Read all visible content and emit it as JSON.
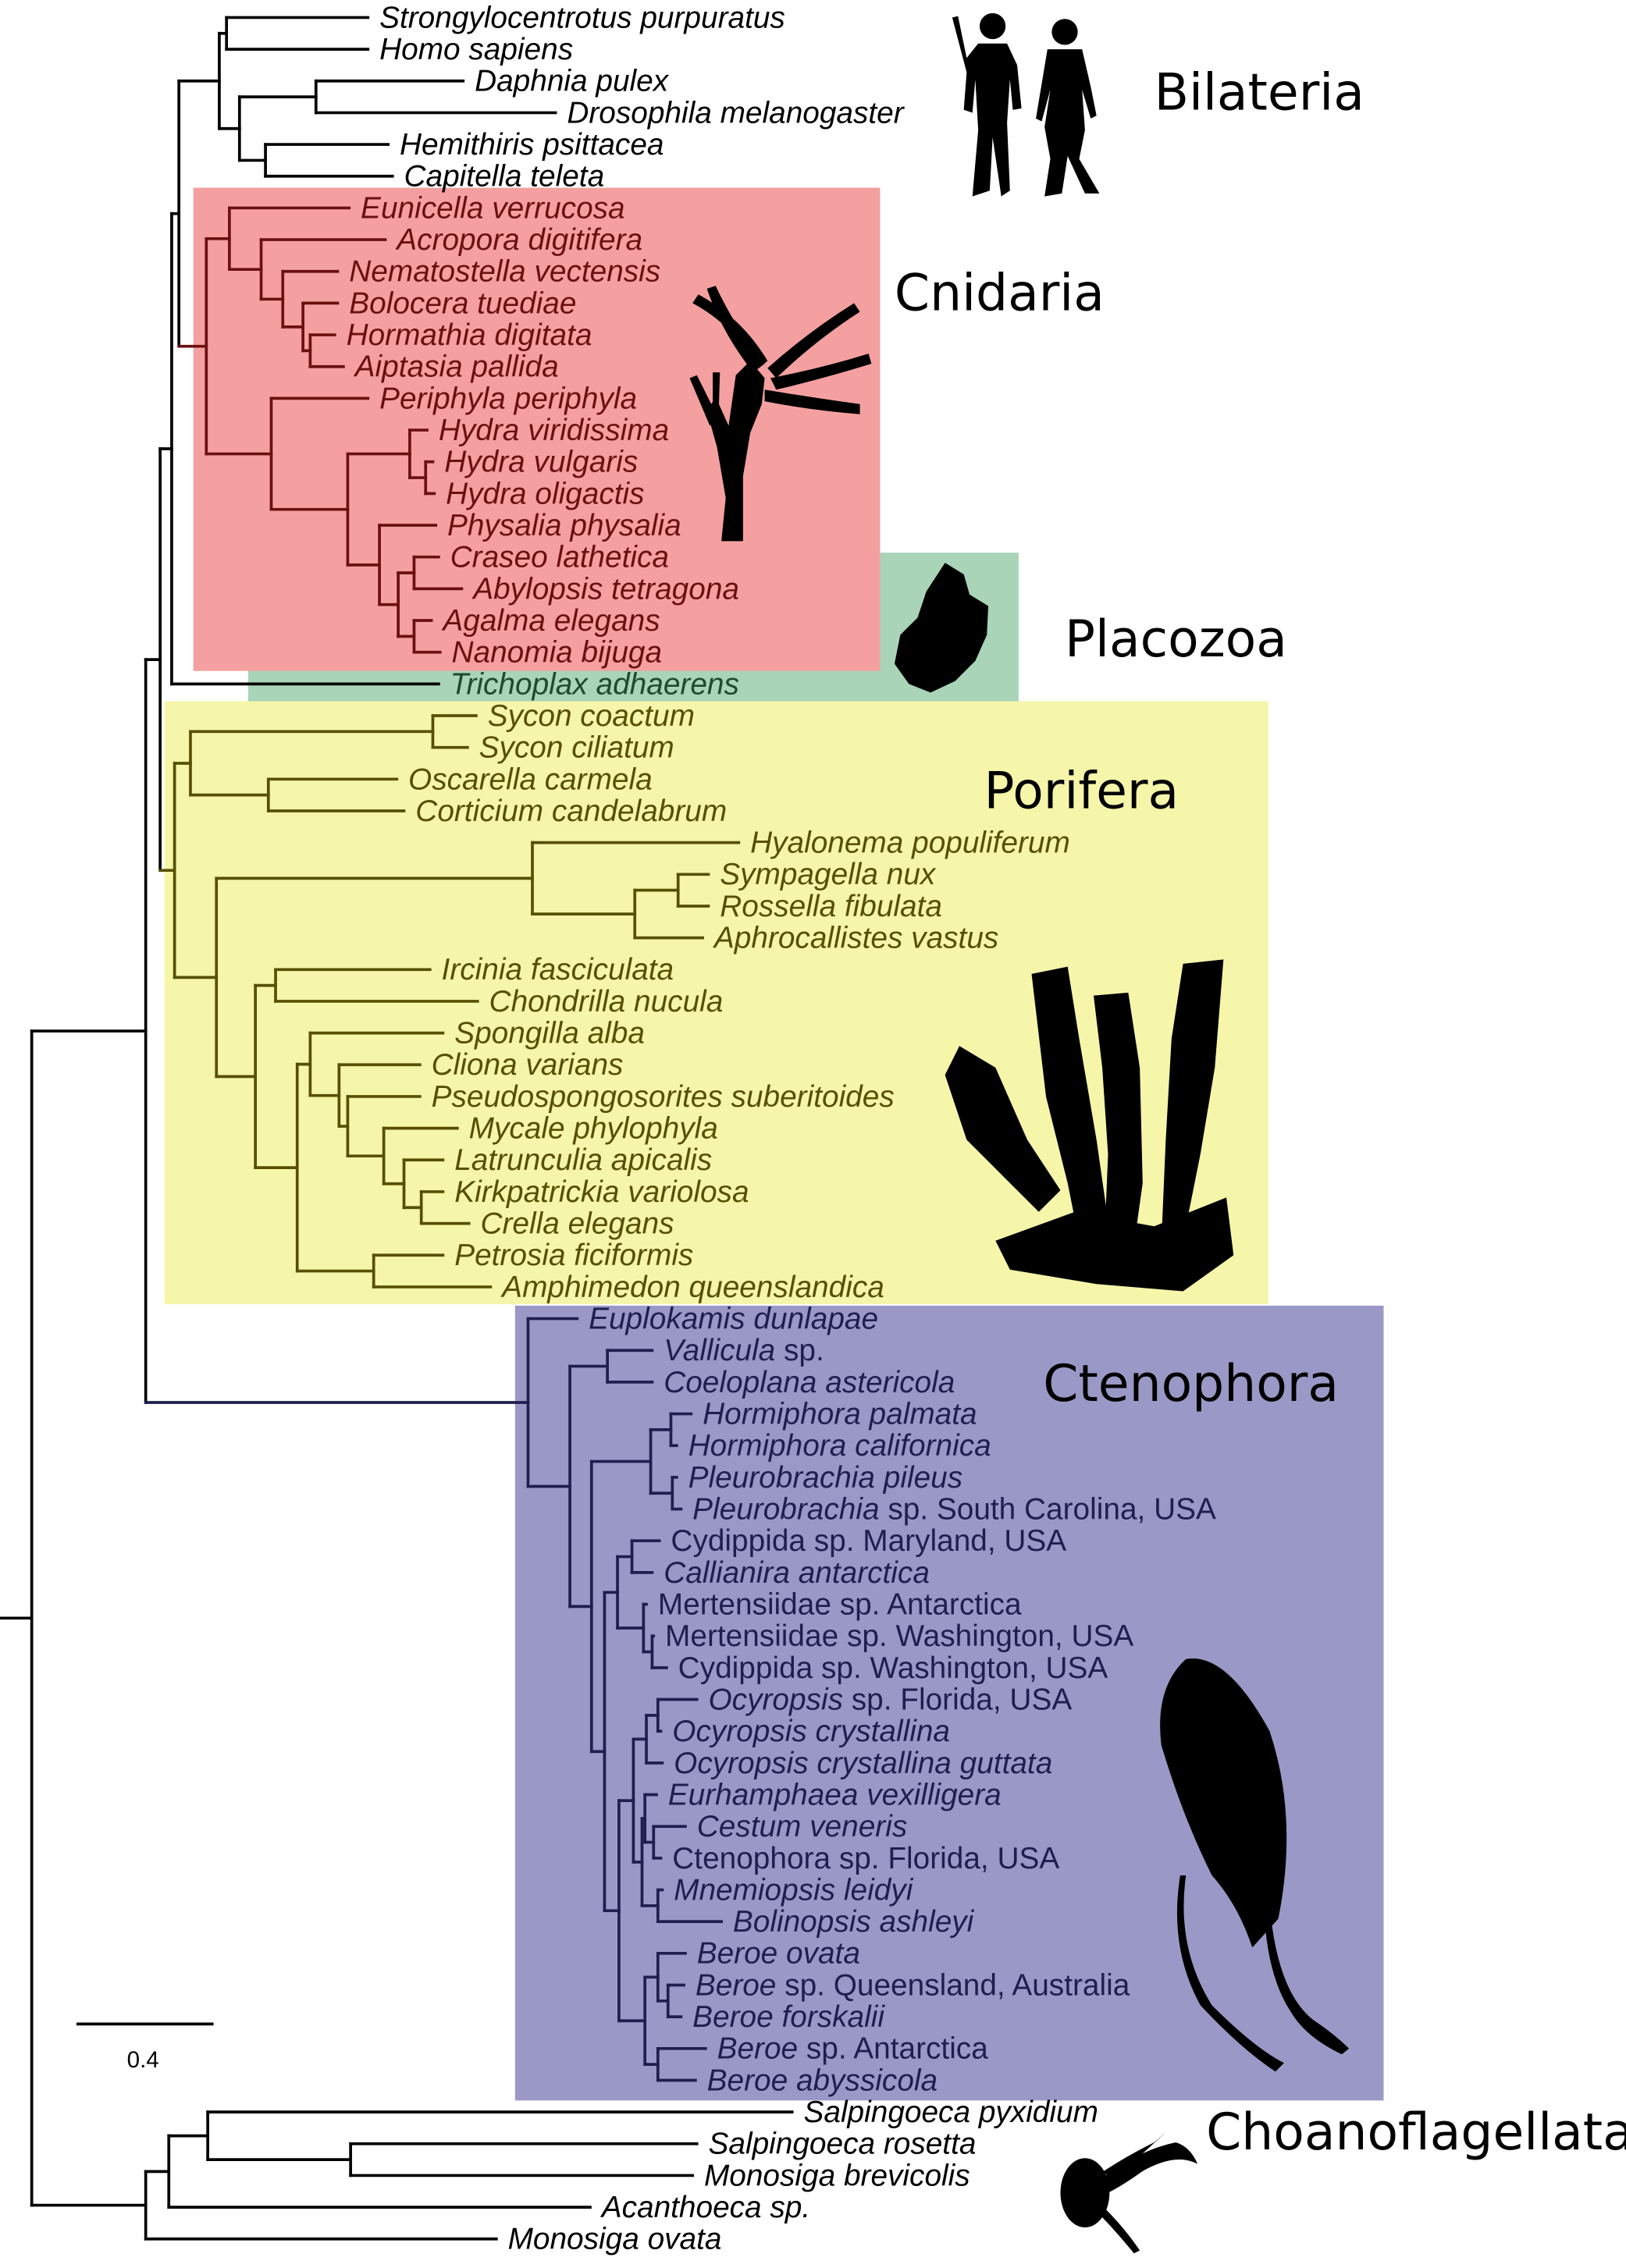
{
  "colors": {
    "Bilateria": {
      "box": null,
      "text": "#000000"
    },
    "Cnidaria": {
      "box": "#f4a0a0",
      "text": "#6b1010"
    },
    "Placozoa": {
      "box": "#a9d4b8",
      "text": "#1e4a2e"
    },
    "Porifera": {
      "box": "#f6f6aa",
      "text": "#575000"
    },
    "Ctenophora": {
      "box": "#9a98c6",
      "text": "#1f1f4f"
    },
    "Choanoflagellata": {
      "box": null,
      "text": "#000000"
    }
  },
  "clades": [
    {
      "name": "Bilateria"
    },
    {
      "name": "Cnidaria"
    },
    {
      "name": "Placozoa"
    },
    {
      "name": "Porifera"
    },
    {
      "name": "Ctenophora"
    },
    {
      "name": "Choanoflagellata"
    }
  ],
  "scale_bar": {
    "label": "0.4",
    "value": 0.4
  },
  "taxa": [
    {
      "italic": "Strongylocentrotus purpuratus",
      "plain": "",
      "clade": "Bilateria"
    },
    {
      "italic": "Homo sapiens",
      "plain": "",
      "clade": "Bilateria"
    },
    {
      "italic": "Daphnia pulex",
      "plain": "",
      "clade": "Bilateria"
    },
    {
      "italic": "Drosophila melanogaster",
      "plain": "",
      "clade": "Bilateria"
    },
    {
      "italic": "Hemithiris psittacea",
      "plain": "",
      "clade": "Bilateria"
    },
    {
      "italic": "Capitella teleta",
      "plain": "",
      "clade": "Bilateria"
    },
    {
      "italic": "Eunicella verrucosa",
      "plain": "",
      "clade": "Cnidaria"
    },
    {
      "italic": "Acropora digitifera",
      "plain": "",
      "clade": "Cnidaria"
    },
    {
      "italic": "Nematostella vectensis",
      "plain": "",
      "clade": "Cnidaria"
    },
    {
      "italic": "Bolocera tuediae",
      "plain": "",
      "clade": "Cnidaria"
    },
    {
      "italic": "Hormathia digitata",
      "plain": "",
      "clade": "Cnidaria"
    },
    {
      "italic": "Aiptasia pallida",
      "plain": "",
      "clade": "Cnidaria"
    },
    {
      "italic": "Periphyla periphyla",
      "plain": "",
      "clade": "Cnidaria"
    },
    {
      "italic": "Hydra viridissima",
      "plain": "",
      "clade": "Cnidaria"
    },
    {
      "italic": "Hydra vulgaris",
      "plain": "",
      "clade": "Cnidaria"
    },
    {
      "italic": "Hydra oligactis",
      "plain": "",
      "clade": "Cnidaria"
    },
    {
      "italic": "Physalia physalia",
      "plain": "",
      "clade": "Cnidaria"
    },
    {
      "italic": "Craseo lathetica",
      "plain": "",
      "clade": "Cnidaria"
    },
    {
      "italic": "Abylopsis tetragona",
      "plain": "",
      "clade": "Cnidaria"
    },
    {
      "italic": "Agalma elegans",
      "plain": "",
      "clade": "Cnidaria"
    },
    {
      "italic": "Nanomia bijuga",
      "plain": "",
      "clade": "Cnidaria"
    },
    {
      "italic": "Trichoplax adhaerens",
      "plain": "",
      "clade": "Placozoa"
    },
    {
      "italic": "Sycon coactum",
      "plain": "",
      "clade": "Porifera"
    },
    {
      "italic": "Sycon ciliatum",
      "plain": "",
      "clade": "Porifera"
    },
    {
      "italic": "Oscarella carmela",
      "plain": "",
      "clade": "Porifera"
    },
    {
      "italic": "Corticium candelabrum",
      "plain": "",
      "clade": "Porifera"
    },
    {
      "italic": "Hyalonema populiferum",
      "plain": "",
      "clade": "Porifera"
    },
    {
      "italic": "Sympagella nux",
      "plain": "",
      "clade": "Porifera"
    },
    {
      "italic": "Rossella fibulata",
      "plain": "",
      "clade": "Porifera"
    },
    {
      "italic": "Aphrocallistes vastus",
      "plain": "",
      "clade": "Porifera"
    },
    {
      "italic": "Ircinia fasciculata",
      "plain": "",
      "clade": "Porifera"
    },
    {
      "italic": "Chondrilla nucula",
      "plain": "",
      "clade": "Porifera"
    },
    {
      "italic": "Spongilla alba",
      "plain": "",
      "clade": "Porifera"
    },
    {
      "italic": "Cliona varians",
      "plain": "",
      "clade": "Porifera"
    },
    {
      "italic": "Pseudospongosorites suberitoides",
      "plain": "",
      "clade": "Porifera"
    },
    {
      "italic": "Mycale phylophyla",
      "plain": "",
      "clade": "Porifera"
    },
    {
      "italic": "Latrunculia apicalis",
      "plain": "",
      "clade": "Porifera"
    },
    {
      "italic": "Kirkpatrickia variolosa",
      "plain": "",
      "clade": "Porifera"
    },
    {
      "italic": "Crella elegans",
      "plain": "",
      "clade": "Porifera"
    },
    {
      "italic": "Petrosia ficiformis",
      "plain": "",
      "clade": "Porifera"
    },
    {
      "italic": "Amphimedon queenslandica",
      "plain": "",
      "clade": "Porifera"
    },
    {
      "italic": "Euplokamis dunlapae",
      "plain": "",
      "clade": "Ctenophora"
    },
    {
      "italic": "Vallicula",
      "plain": " sp.",
      "clade": "Ctenophora"
    },
    {
      "italic": "Coeloplana astericola",
      "plain": "",
      "clade": "Ctenophora"
    },
    {
      "italic": "Hormiphora palmata",
      "plain": "",
      "clade": "Ctenophora"
    },
    {
      "italic": "Hormiphora californica",
      "plain": "",
      "clade": "Ctenophora"
    },
    {
      "italic": "Pleurobrachia pileus",
      "plain": "",
      "clade": "Ctenophora"
    },
    {
      "italic": "Pleurobrachia",
      "plain": " sp. South Carolina, USA",
      "clade": "Ctenophora"
    },
    {
      "italic": "",
      "plain": "Cydippida sp. Maryland, USA",
      "clade": "Ctenophora"
    },
    {
      "italic": "Callianira antarctica",
      "plain": "",
      "clade": "Ctenophora"
    },
    {
      "italic": "",
      "plain": "Mertensiidae sp. Antarctica",
      "clade": "Ctenophora"
    },
    {
      "italic": "",
      "plain": "Mertensiidae sp. Washington, USA",
      "clade": "Ctenophora"
    },
    {
      "italic": "",
      "plain": "Cydippida sp. Washington, USA",
      "clade": "Ctenophora"
    },
    {
      "italic": "Ocyropsis",
      "plain": " sp. Florida, USA",
      "clade": "Ctenophora"
    },
    {
      "italic": "Ocyropsis crystallina",
      "plain": "",
      "clade": "Ctenophora"
    },
    {
      "italic": "Ocyropsis crystallina guttata",
      "plain": "",
      "clade": "Ctenophora"
    },
    {
      "italic": "Eurhamphaea vexilligera",
      "plain": "",
      "clade": "Ctenophora"
    },
    {
      "italic": "Cestum veneris",
      "plain": "",
      "clade": "Ctenophora"
    },
    {
      "italic": "",
      "plain": "Ctenophora sp. Florida, USA",
      "clade": "Ctenophora"
    },
    {
      "italic": "Mnemiopsis leidyi",
      "plain": "",
      "clade": "Ctenophora"
    },
    {
      "italic": "Bolinopsis ashleyi",
      "plain": "",
      "clade": "Ctenophora"
    },
    {
      "italic": "Beroe ovata",
      "plain": "",
      "clade": "Ctenophora"
    },
    {
      "italic": "Beroe",
      "plain": " sp. Queensland, Australia",
      "clade": "Ctenophora"
    },
    {
      "italic": "Beroe forskalii",
      "plain": "",
      "clade": "Ctenophora"
    },
    {
      "italic": "Beroe",
      "plain": " sp. Antarctica",
      "clade": "Ctenophora"
    },
    {
      "italic": "Beroe abyssicola",
      "plain": "",
      "clade": "Ctenophora"
    },
    {
      "italic": "Salpingoeca pyxidium",
      "plain": "",
      "clade": "Choanoflagellata"
    },
    {
      "italic": "Salpingoeca rosetta",
      "plain": "",
      "clade": "Choanoflagellata"
    },
    {
      "italic": "Monosiga brevicolis",
      "plain": "",
      "clade": "Choanoflagellata"
    },
    {
      "italic": "Acanthoeca sp.",
      "plain": "",
      "clade": "Choanoflagellata"
    },
    {
      "italic": "Monosiga ovata",
      "plain": "",
      "clade": "Choanoflagellata"
    }
  ]
}
